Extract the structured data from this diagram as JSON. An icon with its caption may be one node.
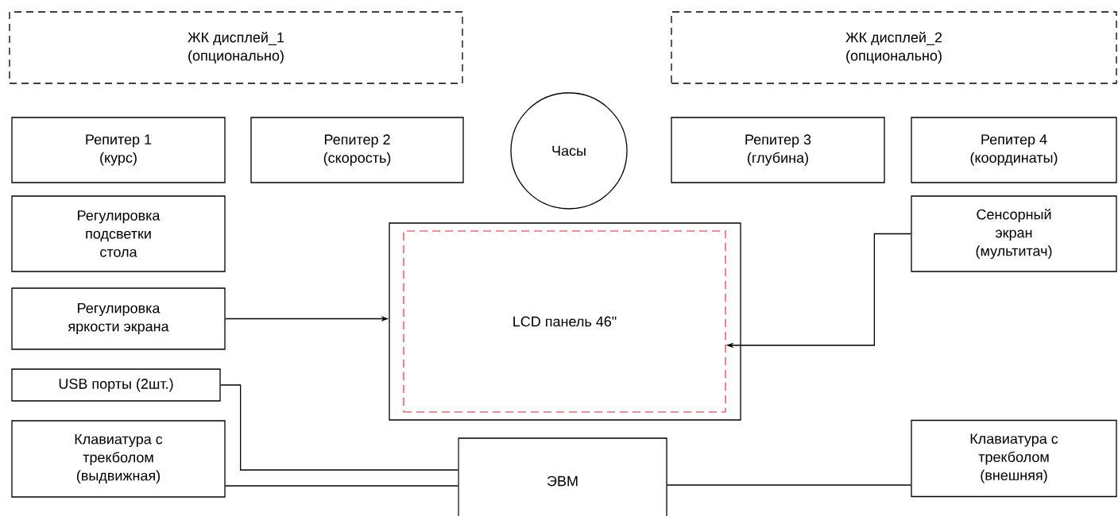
{
  "diagram": {
    "nodes": [
      {
        "text": [
          "ЖК дисплей_1 (опционально)"
        ]
      },
      {
        "text": [
          "ЖК дисплей_2 (опционально)"
        ]
      },
      {
        "text": [
          "Репитер 1 (курс)"
        ]
      },
      {
        "text": [
          "Репитер 2 (скорость)"
        ]
      },
      {
        "text": [
          "Часы"
        ]
      },
      {
        "text": [
          "Репитер 3 (глубина)"
        ]
      },
      {
        "text": [
          "Репитер 4 (координаты)"
        ]
      },
      {
        "text": [
          "Регулировка подсветки стола"
        ]
      },
      {
        "text": [
          "Сенсорный экран (мультитач)"
        ]
      },
      {
        "text": [],
        "shape": "box"
      },
      {
        "text": [
          "LCD панель 46\""
        ],
        "in": 9
      },
      {
        "text": [
          "Регулировка яркости экрана"
        ]
      },
      {
        "text": [
          "USB порты (2шт.)"
        ]
      },
      {
        "text": [
          "Клавиатура с трекболом (выдвижная)"
        ]
      },
      {
        "text": [
          "ЭВМ"
        ]
      },
      {
        "text": [
          "Клавиатура с трекболом (внешняя)"
        ]
      }
    ],
    "edges": [
      {
        "from": 11,
        "to": 9,
        "arrow": "to"
      },
      {
        "from": 8,
        "to": 10,
        "arrow": "to"
      },
      {
        "from": 12,
        "to": 14,
        "arrow": "none"
      },
      {
        "from": 13,
        "to": 14,
        "arrow": "none"
      },
      {
        "from": 14,
        "to": 15,
        "arrow": "none"
      }
    ]
  }
}
